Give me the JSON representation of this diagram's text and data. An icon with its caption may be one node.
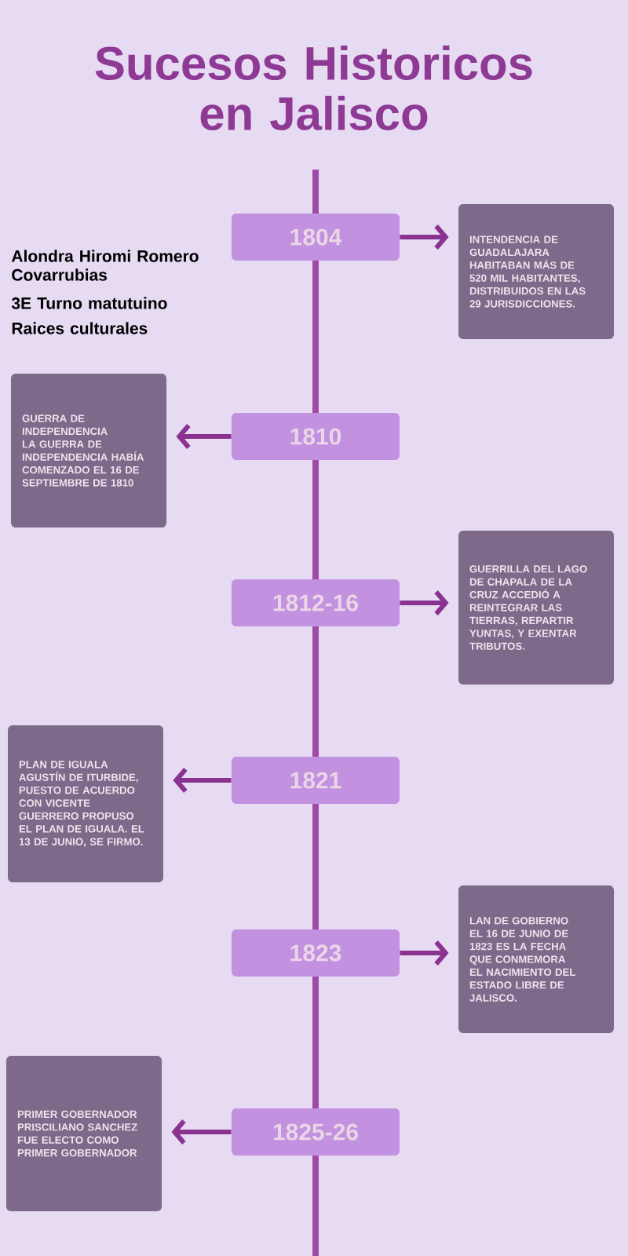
{
  "diagram": {
    "title": "Sucesos Historicos en Jalisco",
    "nodes": [
      {
        "text": [
          "1804"
        ]
      },
      {
        "text": [
          "INTENDENCIA DE GUADALAJARA HABITABAN MÁS DE 520 MIL HABITANTES, DISTRIBUIDOS EN LAS 29 JURISDICCIONES."
        ]
      },
      {
        "text": [
          "1810"
        ]
      },
      {
        "text": [
          "GUERRA DE INDEPENDENCIA LA GUERRA DE INDEPENDENCIA HABÍA COMENZADO EL 16 DE SEPTIEMBRE DE 1810"
        ]
      },
      {
        "text": [
          "1812-16"
        ]
      },
      {
        "text": [
          "GUERRILLA DEL LAGO DE CHAPALA DE LA CRUZ ACCEDIÓ A REINTEGRAR LAS TIERRAS, REPARTIR YUNTAS, Y EXENTAR TRIBUTOS."
        ]
      },
      {
        "text": [
          "1821"
        ]
      },
      {
        "text": [
          "PLAN DE IGUALA AGUSTÍN DE ITURBIDE, PUESTO DE ACUERDO CON VICENTE GUERRERO PROPUSO EL PLAN DE IGUALA. EL 13 DE JUNIO, SE FIRMO."
        ]
      },
      {
        "text": [
          "1823"
        ]
      },
      {
        "text": [
          "LAN DE GOBIERNO EL 16 DE JUNIO DE 1823 ES LA FECHA QUE CONMEMORA EL NACIMIENTO DEL ESTADO LIBRE DE JALISCO."
        ]
      },
      {
        "text": [
          "1825-26"
        ]
      },
      {
        "text": [
          "PRIMER GOBERNADOR PRISCILIANO SANCHEZ FUE ELECTO COMO PRIMER GOBERNADOR"
        ]
      }
    ],
    "edges": [
      {
        "from": 0,
        "to": 1,
        "arrow": "to"
      },
      {
        "from": 2,
        "to": 3,
        "arrow": "to"
      },
      {
        "from": 4,
        "to": 5,
        "arrow": "to"
      },
      {
        "from": 6,
        "to": 7,
        "arrow": "to"
      },
      {
        "from": 8,
        "to": 9,
        "arrow": "to"
      },
      {
        "from": 10,
        "to": 11,
        "arrow": "to"
      }
    ],
    "labels": [
      "Alondra Hiromi Romero Covarrubias",
      "3E Turno matutuino",
      "Raices culturales"
    ]
  }
}
